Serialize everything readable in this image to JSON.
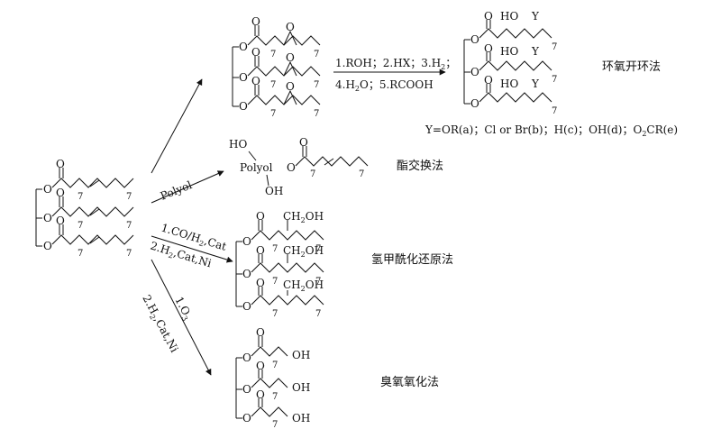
{
  "methods": {
    "epoxide": "环氧开环法",
    "transesterification": "酯交换法",
    "hydroformylation": "氢甲酰化还原法",
    "ozonolysis": "臭氧氧化法"
  },
  "reagents": {
    "epoxide_line1": "1.ROH；2.HX；3.H",
    "epoxide_line1_sub": "2",
    "epoxide_line1_end": "；",
    "epoxide_line2": "4.H",
    "epoxide_line2_sub": "2",
    "epoxide_line2_end": "O；5.RCOOH",
    "polyol": "Polyol",
    "hydro_line1": "1.CO/H",
    "hydro_line1_sub": "2",
    "hydro_line1_end": ",Cat",
    "hydro_line2": "2.H",
    "hydro_line2_sub": "2",
    "hydro_line2_end": ",Cat,Ni",
    "ozone_line1": "1.O",
    "ozone_line1_sub": "3",
    "ozone_line2": "2.H",
    "ozone_line2_sub": "2",
    "ozone_line2_end": ",Cat,Ni"
  },
  "y_definition": "Y=OR(a)；Cl or Br(b)；H(c)；OH(d)；O",
  "y_definition_sub": "2",
  "y_definition_end": "CR(e)",
  "atoms": {
    "O": "O",
    "HO": "HO",
    "OH": "OH",
    "Y": "Y",
    "seven": "7",
    "polyol_label": "Polyol",
    "ch2oh_a": "CH",
    "ch2oh_sub": "2",
    "ch2oh_b": "OH"
  }
}
